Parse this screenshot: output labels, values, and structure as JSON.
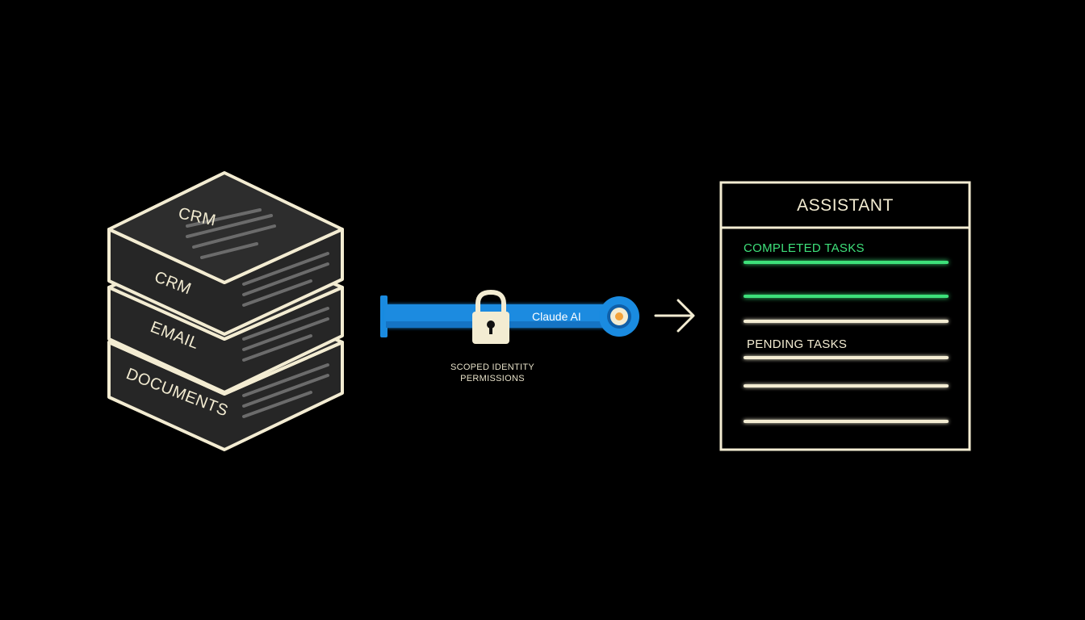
{
  "colors": {
    "background": "#000000",
    "outline": "#f3ecd2",
    "layer_fill": "#2d2d2d",
    "layer_side": "#242424",
    "doc_lines": "#6b6b6b",
    "pipe": "#1a8be0",
    "pipe_dark": "#0f5fa8",
    "completed": "#3ee07a",
    "pending": "#f3ecd2",
    "node_core": "#f2a23a"
  },
  "data_stack": {
    "layers": [
      {
        "top_label": "CRM",
        "front_label": "CRM"
      },
      {
        "front_label": "EMAIL"
      },
      {
        "front_label": "DOCUMENTS"
      }
    ]
  },
  "connector": {
    "label": "Claude AI",
    "lock_icon": "padlock-icon",
    "caption_line1": "SCOPED IDENTITY",
    "caption_line2": "PERMISSIONS",
    "arrow_icon": "arrow-right-icon"
  },
  "assistant_panel": {
    "title": "ASSISTANT",
    "completed_label": "COMPLETED TASKS",
    "pending_label": "PENDING TASKS",
    "completed_count": 2,
    "pending_count": 4
  }
}
